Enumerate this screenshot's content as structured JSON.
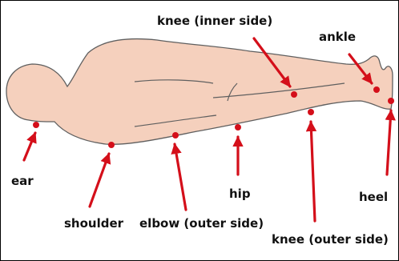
{
  "colors": {
    "skin_fill": "#f5d0bd",
    "skin_stroke": "#5f5f5f",
    "arrow": "#d40f1a",
    "text": "#111111"
  },
  "labels": {
    "ear": "ear",
    "shoulder": "shoulder",
    "elbow": "elbow (outer side)",
    "hip": "hip",
    "knee_inner": "knee (inner side)",
    "knee_outer": "knee (outer side)",
    "ankle": "ankle",
    "heel": "heel"
  }
}
